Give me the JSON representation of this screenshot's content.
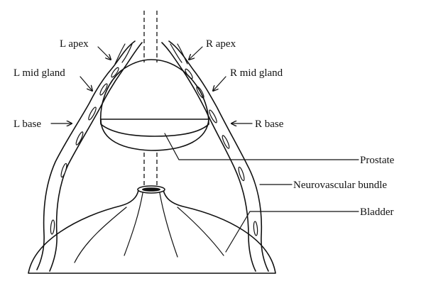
{
  "labels": {
    "l_apex": "L apex",
    "r_apex": "R apex",
    "l_mid_gland": "L mid gland",
    "r_mid_gland": "R mid gland",
    "l_base": "L base",
    "r_base": "R base",
    "prostate": "Prostate",
    "neurovascular_bundle": "Neurovascular bundle",
    "bladder": "Bladder"
  },
  "colors": {
    "prostate_fill": "#bdbdbd",
    "prostate_base_fill": "#8c8c8c",
    "bladder_fill": "#e6e6e6",
    "bundle_fill": "#ffffff",
    "ink": "#111111"
  }
}
